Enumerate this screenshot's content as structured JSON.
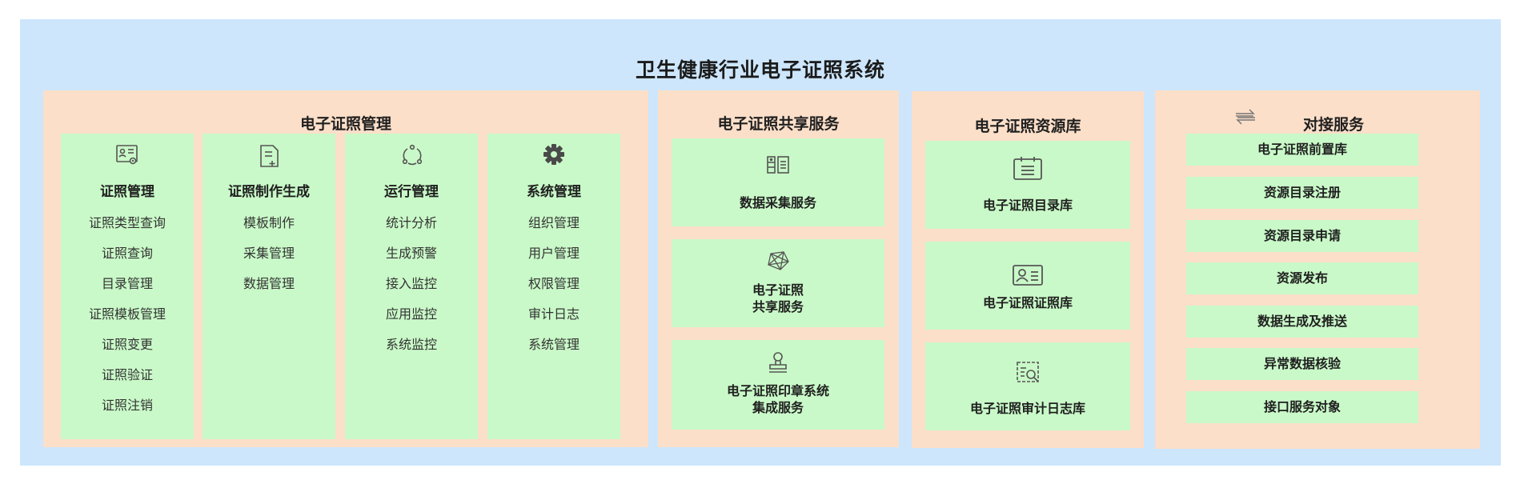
{
  "title": "卫生健康行业电子证照系统",
  "colors": {
    "background": "#cde6fc",
    "panel": "#fbdfc9",
    "box": "#c9f9c8",
    "icon": "#555555"
  },
  "management": {
    "title": "电子证照管理",
    "columns": [
      {
        "icon": "certificate-settings-icon",
        "title": "证照管理",
        "items": [
          "证照类型查询",
          "证照查询",
          "目录管理",
          "证照模板管理",
          "证照变更",
          "证照验证",
          "证照注销"
        ]
      },
      {
        "icon": "document-add-icon",
        "title": "证照制作生成",
        "items": [
          "模板制作",
          "采集管理",
          "数据管理"
        ]
      },
      {
        "icon": "cycle-icon",
        "title": "运行管理",
        "items": [
          "统计分析",
          "生成预警",
          "接入监控",
          "应用监控",
          "系统监控"
        ]
      },
      {
        "icon": "gear-icon",
        "title": "系统管理",
        "items": [
          "组织管理",
          "用户管理",
          "权限管理",
          "审计日志",
          "系统管理"
        ]
      }
    ]
  },
  "sharing": {
    "title": "电子证照共享服务",
    "boxes": [
      {
        "icon": "data-collection-icon",
        "label": "数据采集服务"
      },
      {
        "icon": "network-share-icon",
        "label_line1": "电子证照",
        "label_line2": "共享服务"
      },
      {
        "icon": "seal-stamp-icon",
        "label_line1": "电子证照印章系统",
        "label_line2": "集成服务"
      }
    ]
  },
  "repository": {
    "title": "电子证照资源库",
    "boxes": [
      {
        "icon": "calendar-list-icon",
        "label": "电子证照目录库"
      },
      {
        "icon": "id-card-icon",
        "label": "电子证照证照库"
      },
      {
        "icon": "audit-log-search-icon",
        "label": "电子证照审计日志库"
      }
    ]
  },
  "integration": {
    "icon": "swap-arrows-icon",
    "title": "对接服务",
    "items": [
      "电子证照前置库",
      "资源目录注册",
      "资源目录申请",
      "资源发布",
      "数据生成及推送",
      "异常数据核验",
      "接口服务对象"
    ]
  }
}
